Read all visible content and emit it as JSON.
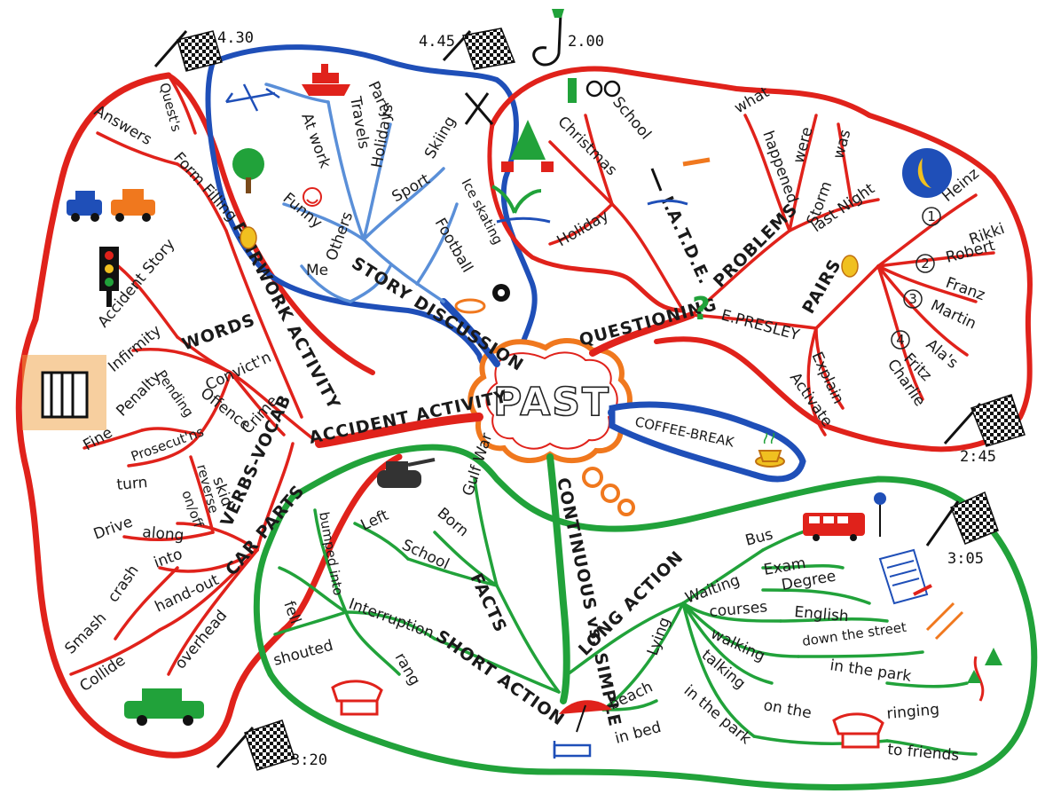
{
  "center": "PAST",
  "times": {
    "t430": "4.30",
    "t445": "4.45",
    "t200": "2.00",
    "t245": "2:45",
    "t305": "3:05",
    "t320": "3:20"
  },
  "colors": {
    "red": "#e0221b",
    "blue": "#1f4fb8",
    "lightblue": "#5a8fd8",
    "green": "#21a23a",
    "orange": "#f0781e"
  },
  "story": {
    "main": "STORY DISCUSSION",
    "at_work": "At work",
    "travels": "Travels",
    "party": "Party",
    "holidays": "Holidays",
    "skiing": "Skiing",
    "sport": "Sport",
    "ice_skating": "Ice skating",
    "football": "Football",
    "funny": "Funny",
    "others": "Others",
    "me": "Me"
  },
  "pairwork": {
    "main": "PAIRWORK ACTIVITY",
    "answers": "Answers",
    "quests": "Quest's",
    "form_filling": "Form Filling"
  },
  "accident": {
    "main": "ACCIDENT ACTIVITY",
    "accident_story": "Accident Story",
    "words": "WORDS",
    "infirmity": "Infirmity",
    "penalty": "Penalty",
    "fine": "Fine",
    "pending": "Pending",
    "convict": "Convict'n",
    "offence": "Offence",
    "crime": "Crime",
    "prosecutns": "Prosecut'ns",
    "verbs_vocab": "VERBS-VOCAB",
    "skid": "skid",
    "reverse": "reverse",
    "onoff": "on/off",
    "turn": "turn",
    "drive": "Drive",
    "along": "along",
    "into": "into",
    "crash": "crash",
    "smash": "Smash",
    "collide": "Collide",
    "hand_out": "hand-out",
    "overhead": "overhead",
    "car_parts": "CAR PARTS"
  },
  "iatde": {
    "main": "I.A.T.D.E.",
    "school": "School",
    "christmas": "Christmas",
    "holiday": "Holiday"
  },
  "questioning": {
    "main": "QUESTIONING",
    "problems": "PROBLEMS",
    "what": "what",
    "happened": "happened",
    "were": "were",
    "was": "was",
    "storm": "Storm",
    "last_night": "last Night",
    "pairs": "PAIRS",
    "e_presley": "E.PRESLEY",
    "explain": "Explain",
    "activate": "Activate",
    "n1": "1",
    "n2": "2",
    "n3": "3",
    "n4": "4",
    "heinz": "Heinz",
    "rikki": "Rikki",
    "robert": "Robert",
    "franz": "Franz",
    "martin": "Martin",
    "alas": "Ala's",
    "fritz": "Fritz",
    "charlie": "Charlie"
  },
  "coffee": {
    "main": "COFFEE-BREAK"
  },
  "continuous": {
    "main": "CONTINUOUS vs. SIMPLE",
    "gulf_war": "Gulf War",
    "born": "Born",
    "left": "Left",
    "school": "School",
    "facts": "FACTS",
    "bumped_into": "bumped into",
    "interruption": "Interruption",
    "rang": "rang",
    "fell": "fell",
    "shouted": "shouted",
    "short_action": "SHORT ACTION",
    "long_action": "LONG ACTION",
    "waiting": "Waiting",
    "bus": "Bus",
    "exam": "Exam",
    "degree": "Degree",
    "courses": "courses",
    "english": "English",
    "lying": "Lying",
    "walking": "walking",
    "down_the_street": "down the street",
    "in_the_park": "in the park",
    "talking": "talking",
    "on_the": "on the",
    "in_the_park2": "in the park",
    "ringing": "ringing",
    "to_friends": "to friends",
    "beach": "beach",
    "in_bed": "in bed"
  }
}
